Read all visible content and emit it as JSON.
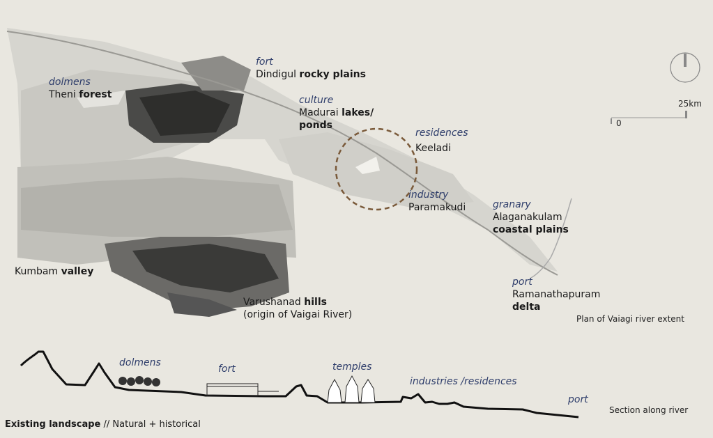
{
  "map": {
    "labels": [
      {
        "category": "dolmens",
        "name_plain": "Theni",
        "name_bold": "forest"
      },
      {
        "category": "fort",
        "name_plain": "Dindigul",
        "name_bold": "rocky plains"
      },
      {
        "category": "culture",
        "name_plain": "Madurai",
        "name_bold": "lakes/",
        "name_line2": "ponds"
      },
      {
        "category": "residences",
        "name_plain": "Keeladi",
        "name_bold": ""
      },
      {
        "category": "industry",
        "name_plain": "Paramakudi",
        "name_bold": ""
      },
      {
        "category": "granary",
        "name_plain": "Alaganakulam",
        "name_line2": "coastal plains"
      },
      {
        "category": "port",
        "name_plain": "Ramanathapuram",
        "name_line2": "delta"
      }
    ],
    "kumbam": {
      "plain": "Kumbam",
      "bold": "valley"
    },
    "varushanad": {
      "plain": "Varushanad",
      "bold": "hills",
      "line2": "(origin of Vaigai River)"
    },
    "caption": "Plan of Vaiagi river extent",
    "scale": {
      "start": "0",
      "end": "25km"
    },
    "north_icon": "north-arrow-icon"
  },
  "section": {
    "labels": [
      "dolmens",
      "fort",
      "temples",
      "industries /residences",
      "port"
    ],
    "caption": "Section along river"
  },
  "footer": {
    "title": "Existing landscape",
    "separator": "//",
    "subtitle": "Natural + historical"
  },
  "colors": {
    "background": "#e9e7e0",
    "category_text": "#2f3e6b",
    "highlight_circle": "#7a5a3a"
  }
}
